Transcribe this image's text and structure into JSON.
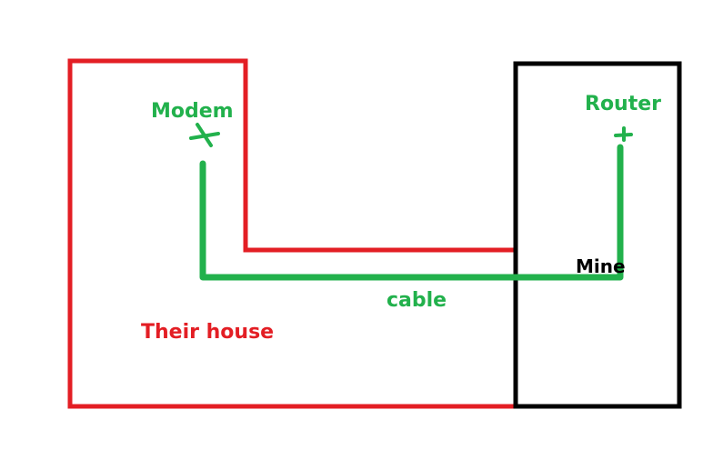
{
  "labels": {
    "modem": "Modem",
    "router": "Router",
    "mine": "Mine",
    "cable": "cable",
    "their_house": "Their house"
  },
  "colors": {
    "their_house_outline": "#e31e24",
    "my_house_outline": "#000000",
    "cable": "#22b14c",
    "device_label": "#22b14c",
    "their_house_label": "#e31e24",
    "mine_label": "#000000",
    "background": "#ffffff"
  }
}
